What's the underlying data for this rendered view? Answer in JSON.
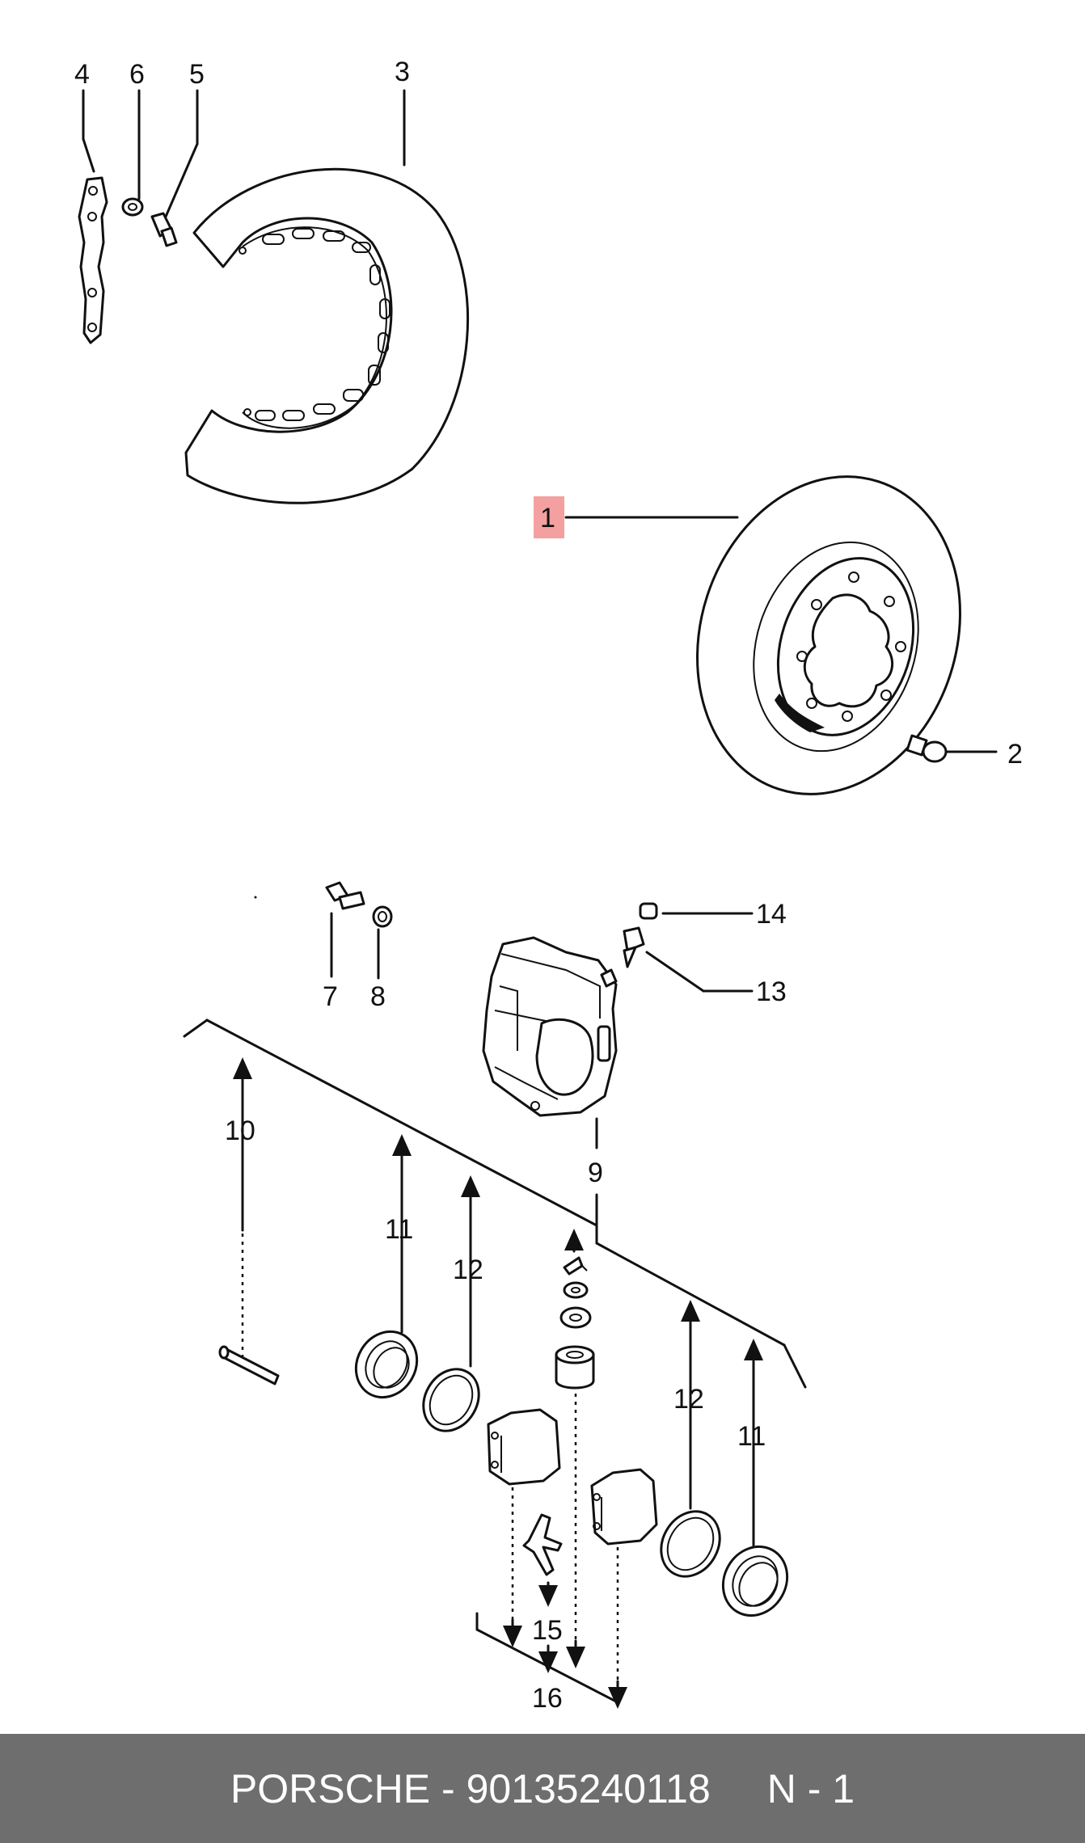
{
  "labels": {
    "p1": "1",
    "p2": "2",
    "p3": "3",
    "p4": "4",
    "p5": "5",
    "p6": "6",
    "p7": "7",
    "p8": "8",
    "p9": "9",
    "p10": "10",
    "p11a": "11",
    "p11b": "11",
    "p12a": "12",
    "p12b": "12",
    "p13": "13",
    "p14": "14",
    "p15": "15",
    "p16": "16"
  },
  "highlight": {
    "part": "1",
    "color": "#f4a0a0"
  },
  "footer": {
    "text": "PORSCHE - 90135240118",
    "page": "N - 1"
  }
}
